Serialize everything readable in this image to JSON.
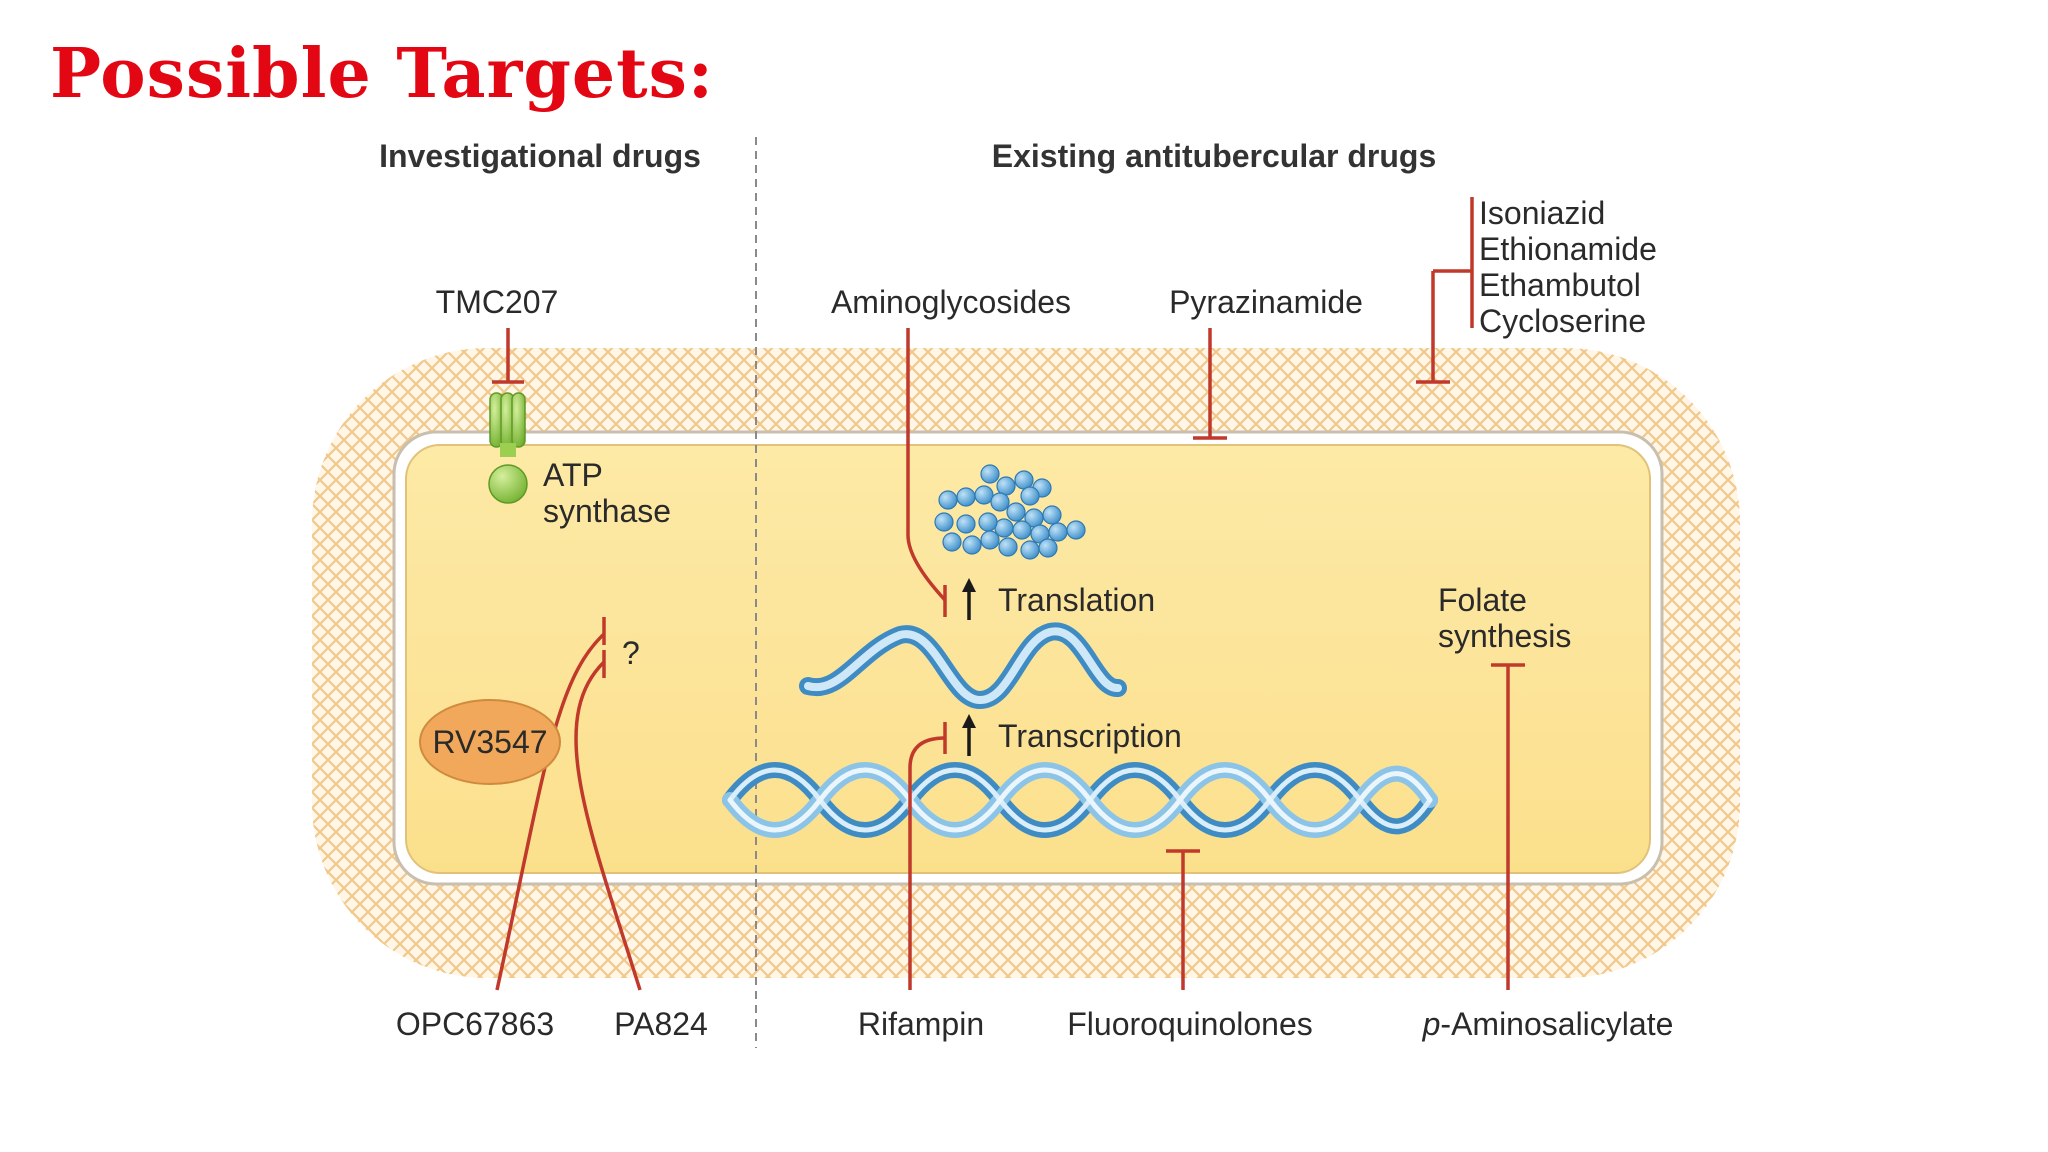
{
  "slide": {
    "title": "Possible Targets:"
  },
  "headers": {
    "investigational": "Investigational drugs",
    "existing": "Existing antitubercular drugs"
  },
  "drugs": {
    "tmc207": "TMC207",
    "aminoglycosides": "Aminoglycosides",
    "pyrazinamide": "Pyrazinamide",
    "wall_group": [
      "Isoniazid",
      "Ethionamide",
      "Ethambutol",
      "Cycloserine"
    ],
    "opc67863": "OPC67863",
    "pa824": "PA824",
    "rifampin": "Rifampin",
    "fluoroquinolones": "Fluoroquinolones",
    "pas_prefix": "p",
    "pas_rest": "-Aminosalicylate"
  },
  "targets": {
    "atp_line1": "ATP",
    "atp_line2": "synthase",
    "rv3547": "RV3547",
    "unknown": "?",
    "translation": "Translation",
    "transcription": "Transcription",
    "folate_line1": "Folate",
    "folate_line2": "synthesis"
  },
  "colors": {
    "title": "#e30613",
    "inhibition_line": "#c0392b",
    "cytoplasm": "#fbe08c",
    "cell_wall_mesh": "#f0c98a",
    "nucleic_acid": "#6aaed6",
    "ribosome": "#4a9fd4",
    "atp_synthase": "#8cc63f",
    "rv3547_fill": "#f1a85a"
  },
  "icons": [
    "atp-synthase-icon",
    "ribosome-icon",
    "mrna-icon",
    "dna-double-helix-icon",
    "inhibition-bar-icon",
    "arrow-up-icon"
  ]
}
